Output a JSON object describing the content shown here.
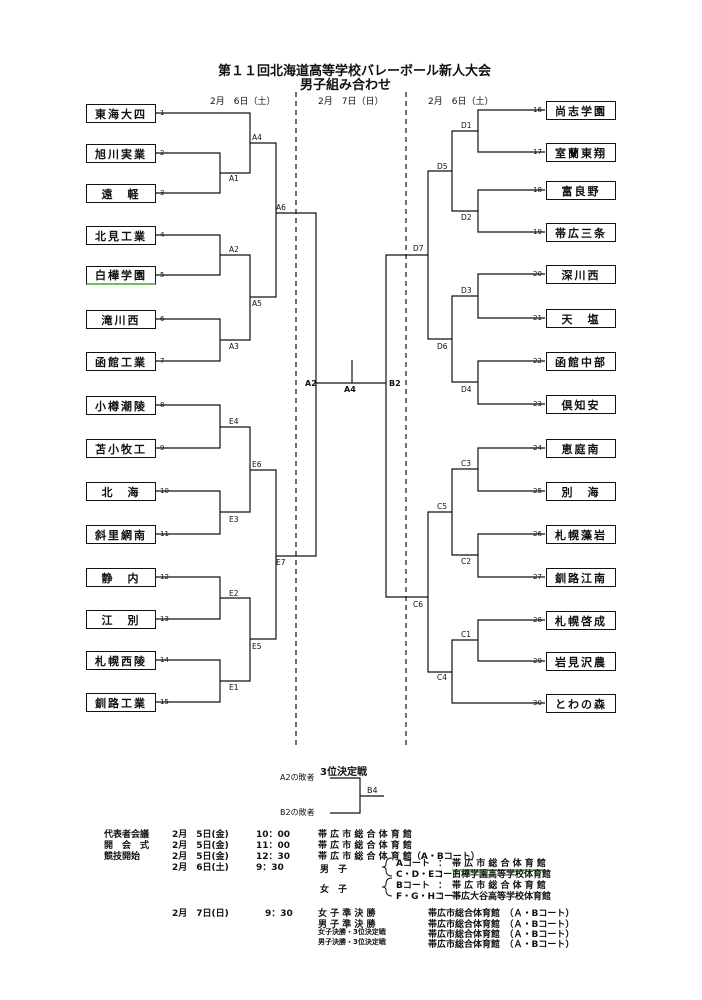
{
  "header": {
    "title": "第１１回北海道高等学校バレーボール新人大会",
    "subtitle": "男子組み合わせ",
    "date_left": "2月　6日（土）",
    "date_center": "2月　7日（日）",
    "date_right": "2月　6日（土）"
  },
  "left_teams": [
    {
      "name": "東海大四",
      "num": "1"
    },
    {
      "name": "旭川実業",
      "num": "2"
    },
    {
      "name": "遠　軽",
      "num": "3"
    },
    {
      "name": "北見工業",
      "num": "4"
    },
    {
      "name": "白樺学園",
      "num": "5"
    },
    {
      "name": "滝川西",
      "num": "6"
    },
    {
      "name": "函館工業",
      "num": "7"
    },
    {
      "name": "小樽潮陵",
      "num": "8"
    },
    {
      "name": "苫小牧工",
      "num": "9"
    },
    {
      "name": "北　海",
      "num": "10"
    },
    {
      "name": "斜里網南",
      "num": "11"
    },
    {
      "name": "静　内",
      "num": "12"
    },
    {
      "name": "江　別",
      "num": "13"
    },
    {
      "name": "札幌西陵",
      "num": "14"
    },
    {
      "name": "釧路工業",
      "num": "15"
    }
  ],
  "right_teams": [
    {
      "name": "尚志学園",
      "num": "16"
    },
    {
      "name": "室蘭東翔",
      "num": "17"
    },
    {
      "name": "富良野",
      "num": "18"
    },
    {
      "name": "帯広三条",
      "num": "19"
    },
    {
      "name": "深川西",
      "num": "20"
    },
    {
      "name": "天　塩",
      "num": "21"
    },
    {
      "name": "函館中部",
      "num": "22"
    },
    {
      "name": "倶知安",
      "num": "23"
    },
    {
      "name": "恵庭南",
      "num": "24"
    },
    {
      "name": "別　海",
      "num": "25"
    },
    {
      "name": "札幌藻岩",
      "num": "26"
    },
    {
      "name": "釧路江南",
      "num": "27"
    },
    {
      "name": "札幌啓成",
      "num": "28"
    },
    {
      "name": "岩見沢農",
      "num": "29"
    },
    {
      "name": "とわの森",
      "num": "30"
    }
  ],
  "match_labels": {
    "A1": "A1",
    "A2": "A2",
    "A3": "A3",
    "A4": "A4",
    "A5": "A5",
    "A6": "A6",
    "E1": "E1",
    "E2": "E2",
    "E3": "E3",
    "E4": "E4",
    "E5": "E5",
    "E6": "E6",
    "E7": "E7",
    "D1": "D1",
    "D2": "D2",
    "D3": "D3",
    "D4": "D4",
    "D5": "D5",
    "D6": "D6",
    "D7": "D7",
    "C1": "C1",
    "C2": "C2",
    "C3": "C3",
    "C4": "C4",
    "C5": "C5",
    "C6": "C6",
    "final_left": "A2",
    "final_center": "A4",
    "final_right": "B2"
  },
  "third_place": {
    "title": "3位決定戦",
    "loser_a2": "A2の敗者",
    "loser_b2": "B2の敗者",
    "match": "B4"
  },
  "schedule": [
    {
      "event": "代表者会議",
      "date": "2月　5日(金)",
      "time": "10：00",
      "venue": "帯 広 市 総 合 体 育 館"
    },
    {
      "event": "開　会　式",
      "date": "2月　5日(金)",
      "time": "11：00",
      "venue": "帯 広 市 総 合 体 育 館"
    },
    {
      "event": "競技開始",
      "date": "2月　5日(金)",
      "time": "12：30",
      "venue": "帯 広 市 総 合 体 育 館（A・Bコート）"
    },
    {
      "event": "",
      "date": "2月　6日(土)",
      "time": "9：30",
      "venue": ""
    }
  ],
  "courts": {
    "male": "男　子",
    "female": "女　子",
    "rows": [
      {
        "court": "Aコート",
        "sep": "：",
        "venue": "帯 広 市 総 合 体 育 館"
      },
      {
        "court": "C・D・Eコート",
        "sep": "：",
        "venue": "白樺学園高等学校体育館"
      },
      {
        "court": "Bコート",
        "sep": "：",
        "venue": "帯 広 市 総 合 体 育 館"
      },
      {
        "court": "F・G・Hコート",
        "sep": "：",
        "venue": "帯広大谷高等学校体育館"
      }
    ]
  },
  "day2": {
    "date": "2月　7日(日)",
    "time": "9：30",
    "rows": [
      {
        "event": "女 子 準 決 勝",
        "venue": "帯広市総合体育館　（Ａ・Bコート）"
      },
      {
        "event": "男 子 準 決 勝",
        "venue": "帯広市総合体育館　（Ａ・Bコート）"
      },
      {
        "event": "女子決勝・3位決定戦",
        "venue": "帯広市総合体育館　（Ａ・Bコート）"
      },
      {
        "event": "男子決勝・3位決定戦",
        "venue": "帯広市総合体育館　（Ａ・Bコート）"
      }
    ]
  }
}
